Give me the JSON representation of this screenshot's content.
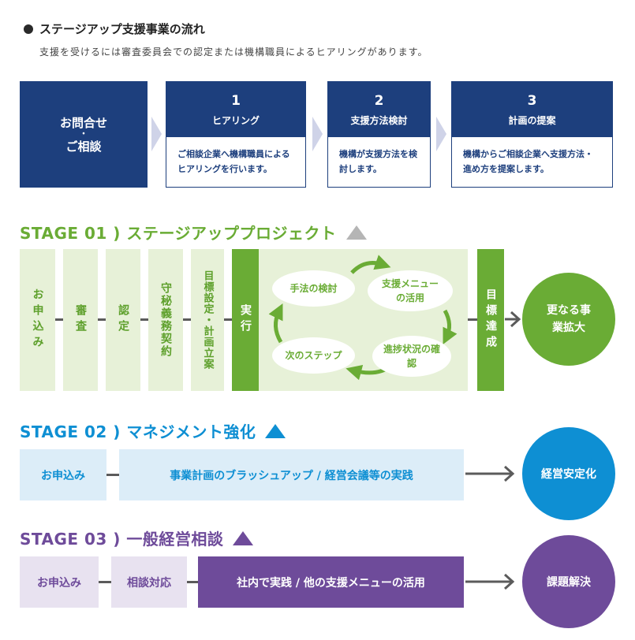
{
  "header": {
    "title": "ステージアップ支援事業の流れ",
    "subtitle": "支援を受けるには審査委員会での認定または機構職員によるヒアリングがあります。"
  },
  "flow": {
    "start": {
      "line1": "お問合せ",
      "dot": "・",
      "line2": "ご相談"
    },
    "steps": [
      {
        "num": "1",
        "label": "ヒアリング",
        "desc": "ご相談企業へ機構職員によるヒアリングを行います。"
      },
      {
        "num": "2",
        "label": "支援方法検討",
        "desc": "機構が支援方法を検討します。"
      },
      {
        "num": "3",
        "label": "計画の提案",
        "desc": "機構からご相談企業へ支援方法・進め方を提案します。"
      }
    ]
  },
  "stage1": {
    "heading": "STAGE 01 ) ステージアッププロジェクト",
    "color": "#6aac35",
    "columns": [
      "お申込み",
      "審査",
      "認定",
      "守秘義務契約",
      "目標設定・計画立案"
    ],
    "execute": "実行",
    "cycle": [
      "手法の検討",
      "支援メニューの活用",
      "進捗状況の確認",
      "次のステップ"
    ],
    "goal": "目標達成",
    "result": "更なる事業拡大"
  },
  "stage2": {
    "heading": "STAGE 02 ) マネジメント強化",
    "color": "#0e8fd3",
    "apply": "お申込み",
    "activity": "事業計画のブラッシュアップ / 経営会議等の実践",
    "result": "経営安定化"
  },
  "stage3": {
    "heading": "STAGE 03 ) 一般経営相談",
    "color": "#6e4b9a",
    "apply": "お申込み",
    "consult": "相談対応",
    "activity": "社内で実践 / 他の支援メニューの活用",
    "result": "課題解決"
  }
}
